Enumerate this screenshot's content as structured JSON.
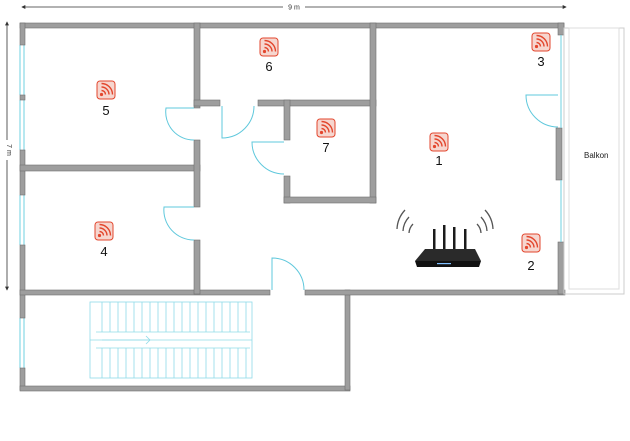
{
  "dimensions": {
    "width_label": "9 m",
    "height_label": "7 m"
  },
  "balcony_label": "Balkon",
  "rooms": [
    {
      "label": "5",
      "icon": "wifi-signal-icon"
    },
    {
      "label": "6",
      "icon": "wifi-signal-icon"
    },
    {
      "label": "3",
      "icon": "wifi-signal-icon"
    },
    {
      "label": "7",
      "icon": "wifi-signal-icon"
    },
    {
      "label": "1",
      "icon": "wifi-signal-icon"
    },
    {
      "label": "4",
      "icon": "wifi-signal-icon"
    },
    {
      "label": "2",
      "icon": "wifi-signal-icon"
    }
  ],
  "colors": {
    "walls": "#9e9e9e",
    "windows": "#6fd0e2",
    "icon_red": "#e3462d",
    "icon_bg": "#f6d6cf"
  },
  "router": {
    "icon": "wifi-router-icon"
  }
}
